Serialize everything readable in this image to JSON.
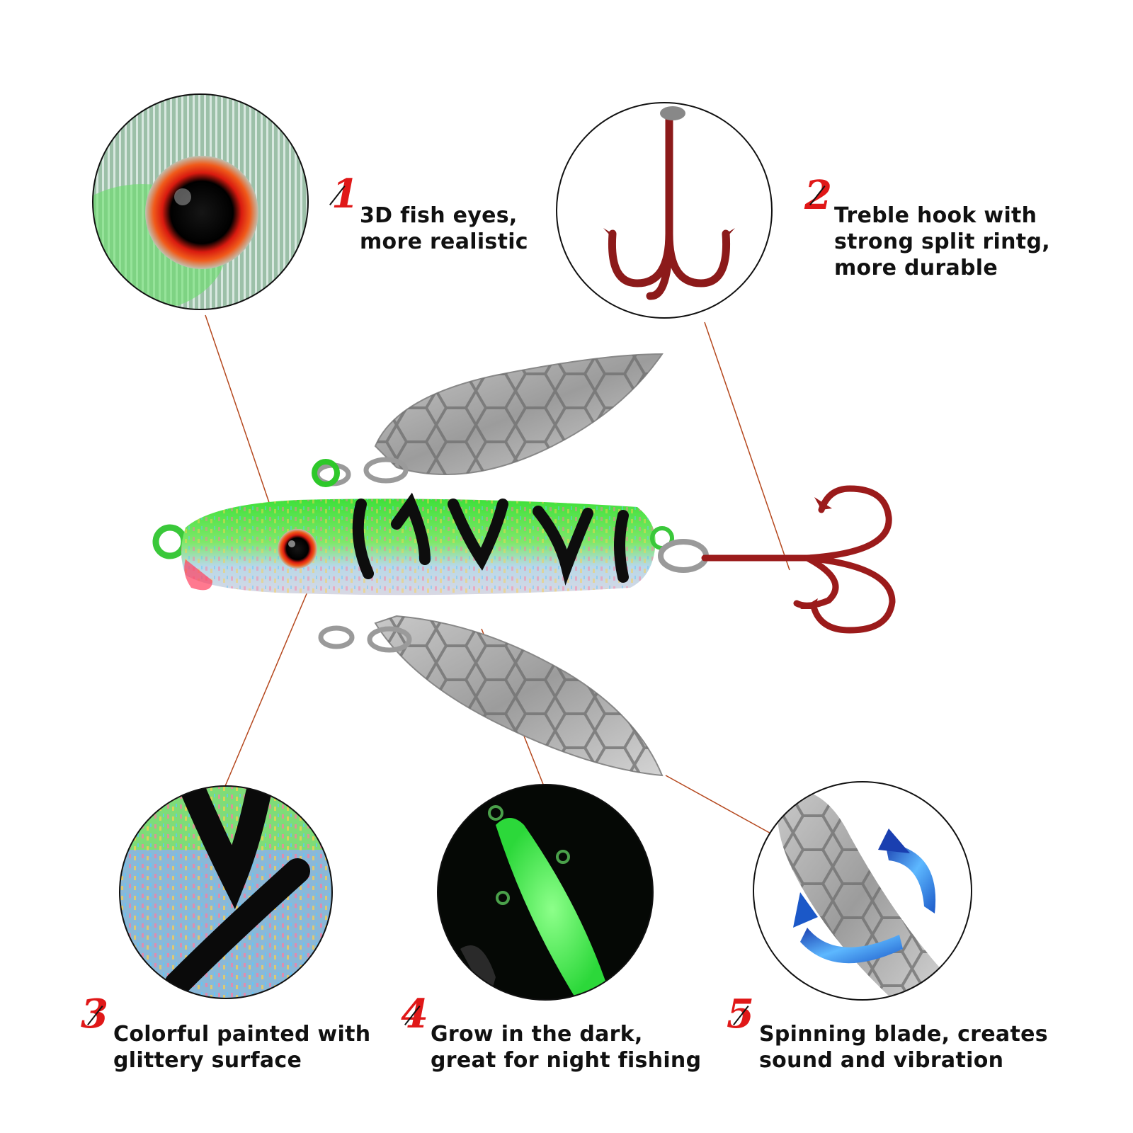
{
  "colors": {
    "number_red": "#e01818",
    "leader_line": "#b5481e",
    "hook_red": "#9b1b1b",
    "lure_green": "#33d62f",
    "blade_silver": "#a8a8a8",
    "glow_green": "#5cff6a",
    "arrow_blue": "#2a7fe0"
  },
  "features": [
    {
      "number": "1",
      "lines": [
        "3D fish eyes,",
        "more realistic"
      ]
    },
    {
      "number": "2",
      "lines": [
        "Treble hook with",
        "strong split rintg,",
        "more durable"
      ]
    },
    {
      "number": "3",
      "lines": [
        "Colorful painted with",
        "glittery surface"
      ]
    },
    {
      "number": "4",
      "lines": [
        "Grow in the dark,",
        "great for night fishing"
      ]
    },
    {
      "number": "5",
      "lines": [
        "Spinning blade, creates",
        "sound and vibration"
      ]
    }
  ]
}
